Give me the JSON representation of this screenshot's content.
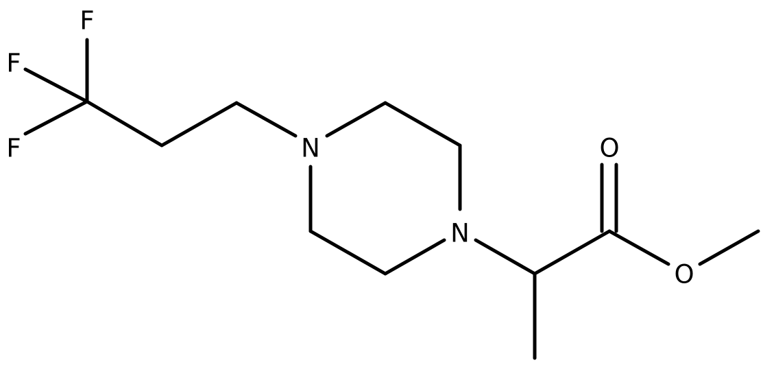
{
  "molecule": {
    "atoms": {
      "f1": "F",
      "f2": "F",
      "f3": "F",
      "n1": "N",
      "n2": "N",
      "o_carbonyl": "O",
      "o_ester": "O"
    }
  },
  "colors": {
    "bond": "#000000",
    "label": "#000000",
    "background": "#ffffff"
  }
}
